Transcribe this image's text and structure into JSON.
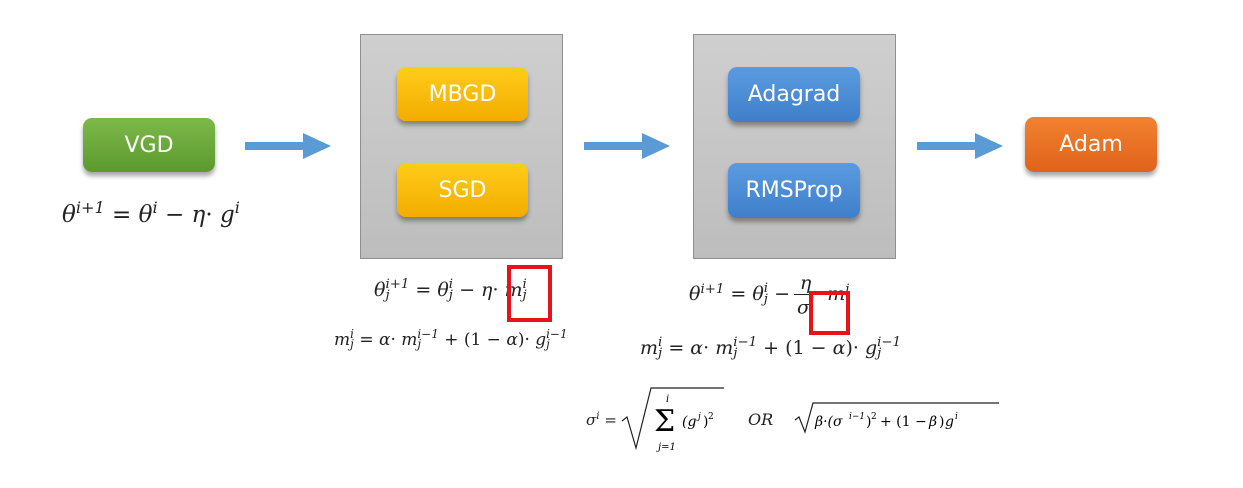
{
  "nodes": {
    "vgd": "VGD",
    "mbgd": "MBGD",
    "sgd": "SGD",
    "adagrad": "Adagrad",
    "rmsprop": "RMSProp",
    "adam": "Adam"
  },
  "formulas": {
    "or_text": "OR"
  },
  "colors": {
    "green": "#6aa93a",
    "yellow": "#f8bb00",
    "blue": "#4a8bd6",
    "orange": "#ea7025",
    "arrow": "#5b9bd5",
    "highlight": "#e8131a",
    "panel": "#c8c8c8"
  }
}
